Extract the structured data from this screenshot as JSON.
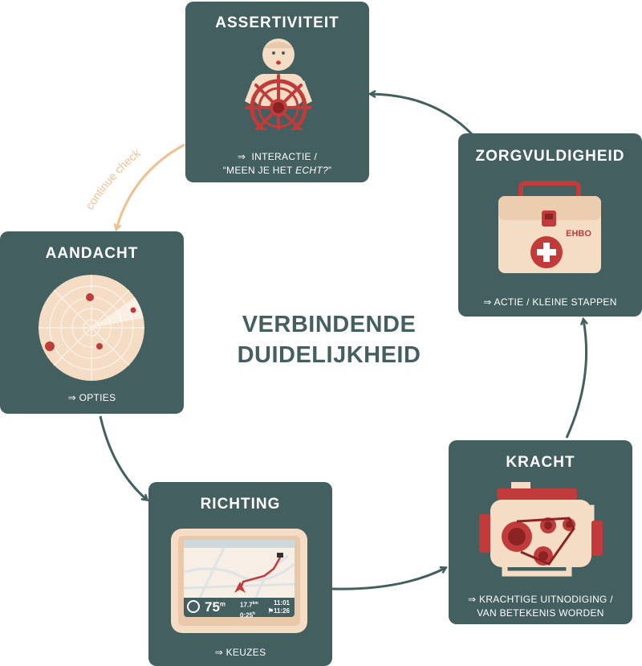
{
  "center_title": [
    "VERBINDENDE",
    "DUIDELIJKHEID"
  ],
  "loop_label": "continue check",
  "colors": {
    "card": "#445f5f",
    "cream": "#f5dcc4",
    "red": "#c23b3b",
    "arrow": "#445f5f",
    "check_arrow": "#f0c090"
  },
  "cards": {
    "assertiviteit": {
      "title": "ASSERTIVITEIT",
      "caption_arrow": "⇒",
      "caption_line1": "INTERACTIE /",
      "caption_line2_pre": "“MEEN JE HET ",
      "caption_line2_em": "ECHT?",
      "caption_line2_post": "”",
      "icon": "sailor-helm-icon"
    },
    "zorgvuldigheid": {
      "title": "ZORGVULDIGHEID",
      "caption": "⇒ ACTIE / KLEINE STAPPEN",
      "kit_label": "EHBO",
      "icon": "first-aid-kit-icon"
    },
    "kracht": {
      "title": "KRACHT",
      "caption_line1": "⇒ KRACHTIGE UITNODIGING /",
      "caption_line2": "VAN BETEKENIS WORDEN",
      "icon": "engine-icon"
    },
    "richting": {
      "title": "RICHTING",
      "caption": "⇒  KEUZES",
      "icon": "gps-navigator-icon",
      "gps": {
        "distance": "75",
        "distance_unit": "m",
        "remaining_km": "17.7",
        "remaining_km_unit": "km",
        "remaining_time": "0:25",
        "remaining_time_unit": "h",
        "clock": "11:01",
        "eta": "11:26"
      }
    },
    "aandacht": {
      "title": "AANDACHT",
      "caption": "⇒ OPTIES",
      "icon": "radar-icon"
    }
  }
}
